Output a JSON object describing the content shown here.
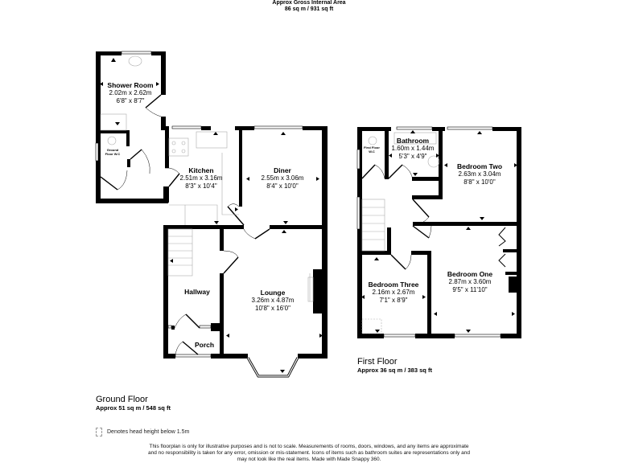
{
  "header": {
    "title": "Approx Gross Internal Area",
    "area": "86 sq m / 931 sq ft"
  },
  "ground_floor": {
    "title": "Ground Floor",
    "area": "Approx 51 sq m / 548 sq ft",
    "rooms": {
      "shower_room": {
        "name": "Shower Room",
        "metric": "2.02m x 2.62m",
        "imperial": "6'8\" x 8'7\""
      },
      "ground_floor_wc": {
        "name": "Ground Floor W.C"
      },
      "kitchen": {
        "name": "Kitchen",
        "metric": "2.51m x 3.16m",
        "imperial": "8'3\" x 10'4\""
      },
      "diner": {
        "name": "Diner",
        "metric": "2.55m x 3.06m",
        "imperial": "8'4\" x 10'0\""
      },
      "hallway": {
        "name": "Hallway"
      },
      "lounge": {
        "name": "Lounge",
        "metric": "3.26m x 4.87m",
        "imperial": "10'8\" x 16'0\""
      },
      "porch": {
        "name": "Porch"
      }
    }
  },
  "first_floor": {
    "title": "First Floor",
    "area": "Approx 36 sq m / 383 sq ft",
    "rooms": {
      "first_floor_wc": {
        "name": "First Floor W.C"
      },
      "bathroom": {
        "name": "Bathroom",
        "metric": "1.60m x 1.44m",
        "imperial": "5'3\" x 4'9\""
      },
      "bedroom_two": {
        "name": "Bedroom Two",
        "metric": "2.63m x 3.04m",
        "imperial": "8'8\" x 10'0\""
      },
      "bedroom_three": {
        "name": "Bedroom Three",
        "metric": "2.16m x 2.67m",
        "imperial": "7'1\" x 8'9\""
      },
      "bedroom_one": {
        "name": "Bedroom One",
        "metric": "2.87m x 3.60m",
        "imperial": "9'5\" x 11'10\""
      }
    }
  },
  "legend": {
    "head_height": "Denotes head height below 1.5m"
  },
  "disclaimer": {
    "line1": "This floorplan is only for illustrative purposes and is not to scale. Measurements of rooms, doors, windows, and any items are approximate",
    "line2": "and no responsibility is taken for any error, omission or mis-statement. Icons of items such as bathroom suites are representations only and",
    "line3": "may not look like the real items. Made with Made Snappy 360."
  },
  "colors": {
    "wall": "#000000",
    "fixture": "#bbbbbb",
    "background": "#ffffff"
  }
}
